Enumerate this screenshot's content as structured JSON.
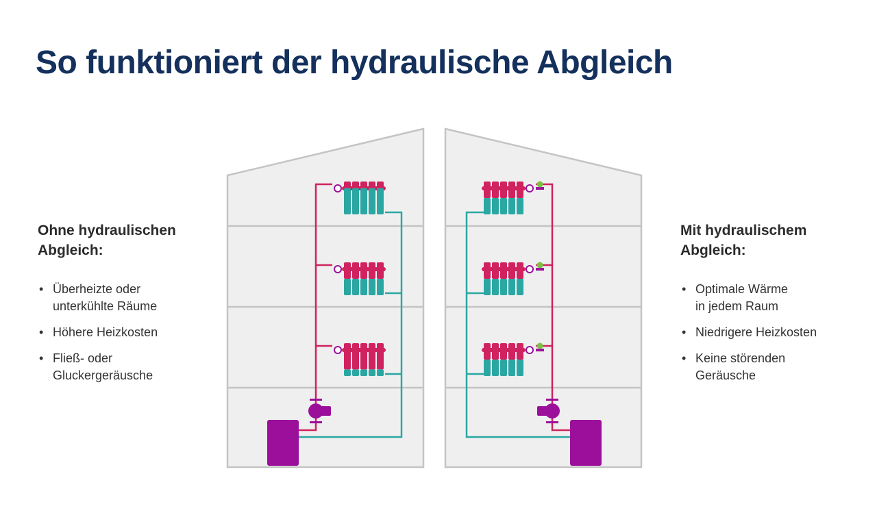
{
  "title": "So funktioniert der hydraulische Abgleich",
  "left": {
    "heading_line1": "Ohne hydraulischen",
    "heading_line2": "Abgleich:",
    "items": [
      {
        "line1": "Überheizte oder",
        "line2": "unterkühlte Räume"
      },
      {
        "line1": "Höhere Heizkosten",
        "line2": ""
      },
      {
        "line1": "Fließ- oder",
        "line2": "Gluckergeräusche"
      }
    ]
  },
  "right": {
    "heading_line1": "Mit hydraulischem",
    "heading_line2": "Abgleich:",
    "items": [
      {
        "line1": "Optimale Wärme",
        "line2": "in jedem Raum"
      },
      {
        "line1": "Niedrigere Heizkosten",
        "line2": ""
      },
      {
        "line1": "Keine störenden",
        "line2": "Geräusche"
      }
    ]
  },
  "colors": {
    "title": "#14305c",
    "hot_pipe": "#d0225f",
    "cold_pipe": "#2aa7a3",
    "boiler": "#9b0f9b",
    "valve": "#7cc242",
    "house_fill": "#efefef",
    "house_line": "#c4c4c4"
  },
  "radiators_left": [
    {
      "floor": "top",
      "hot_fraction": 0.2
    },
    {
      "floor": "middle",
      "hot_fraction": 0.5
    },
    {
      "floor": "lower",
      "hot_fraction": 0.8
    }
  ],
  "radiators_right": [
    {
      "floor": "top",
      "hot_fraction": 0.5
    },
    {
      "floor": "middle",
      "hot_fraction": 0.5
    },
    {
      "floor": "lower",
      "hot_fraction": 0.5
    }
  ]
}
